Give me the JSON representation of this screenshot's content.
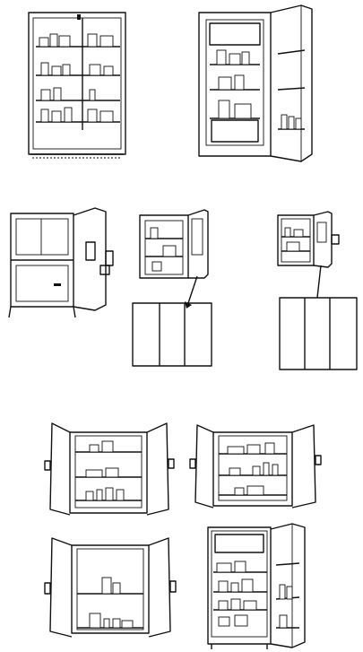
{
  "figure": {
    "ink_color": "#111111",
    "paper_color": "#ffffff",
    "illustrations": [
      {
        "id": "fridge-closed-stocked"
      },
      {
        "id": "fridge-open-door"
      },
      {
        "id": "ice-chest-open"
      },
      {
        "id": "wall-cabinet-small"
      },
      {
        "id": "cabinet-three-panel-left"
      },
      {
        "id": "wall-cabinet-right"
      },
      {
        "id": "cabinet-three-panel-right"
      },
      {
        "id": "double-door-cabinet-a"
      },
      {
        "id": "double-door-cabinet-b"
      },
      {
        "id": "double-door-cabinet-c"
      },
      {
        "id": "fridge-open-full"
      }
    ]
  }
}
